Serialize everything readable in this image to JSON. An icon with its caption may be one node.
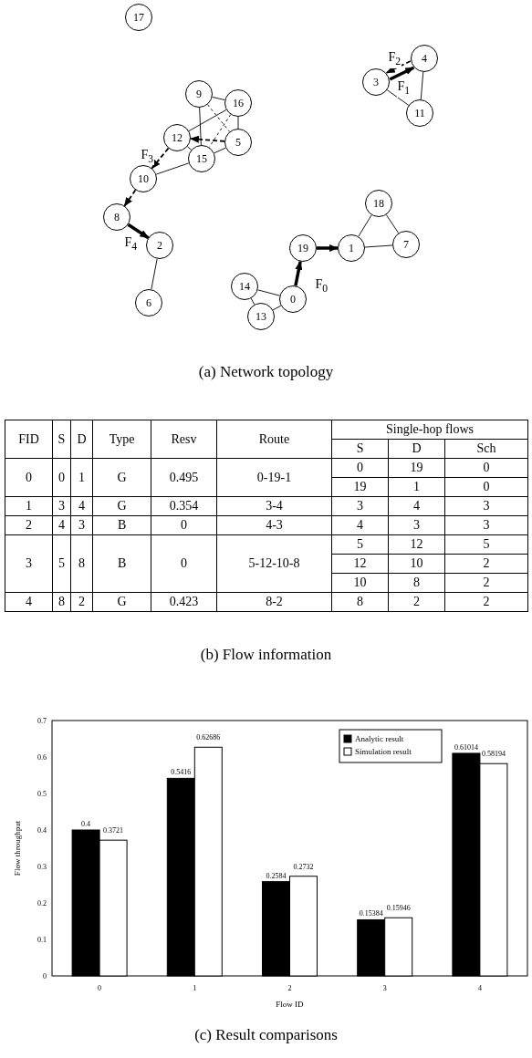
{
  "diagram": {
    "nodes": [
      {
        "text": [
          "17"
        ]
      },
      {
        "text": [
          "4"
        ]
      },
      {
        "text": [
          "3"
        ]
      },
      {
        "text": [
          "9"
        ]
      },
      {
        "text": [
          "16"
        ]
      },
      {
        "text": [
          "11"
        ]
      },
      {
        "text": [
          "12"
        ]
      },
      {
        "text": [
          "5"
        ]
      },
      {
        "text": [
          "15"
        ]
      },
      {
        "text": [
          "10"
        ]
      },
      {
        "text": [
          "18"
        ]
      },
      {
        "text": [
          "8"
        ]
      },
      {
        "text": [
          "2"
        ]
      },
      {
        "text": [
          "19"
        ]
      },
      {
        "text": [
          "1"
        ]
      },
      {
        "text": [
          "7"
        ]
      },
      {
        "text": [
          "14"
        ]
      },
      {
        "text": [
          "0"
        ]
      },
      {
        "text": [
          "6"
        ]
      },
      {
        "text": [
          "13"
        ]
      }
    ],
    "edges": [
      {
        "from": 2,
        "to": 1,
        "arrow": "to",
        "style": "thick",
        "label": "F$_{1}$"
      },
      {
        "from": 1,
        "to": 2,
        "arrow": "to",
        "style": "dashed",
        "label": "F$_{2}$"
      },
      {
        "from": 2,
        "to": 5,
        "arrow": "none"
      },
      {
        "from": 1,
        "to": 5,
        "arrow": "none"
      },
      {
        "from": 3,
        "to": 4,
        "arrow": "none"
      },
      {
        "from": 3,
        "to": 8,
        "arrow": "none"
      },
      {
        "from": 4,
        "to": 6,
        "arrow": "none"
      },
      {
        "from": 4,
        "to": 7,
        "arrow": "none"
      },
      {
        "from": 3,
        "to": 7,
        "arrow": "none",
        "style": "dashed"
      },
      {
        "from": 4,
        "to": 8,
        "arrow": "none",
        "style": "dashed"
      },
      {
        "from": 7,
        "to": 6,
        "arrow": "to",
        "style": "dashed"
      },
      {
        "from": 6,
        "to": 9,
        "arrow": "to",
        "style": "dashed",
        "label": "F$_{3}$"
      },
      {
        "from": 9,
        "to": 11,
        "arrow": "to",
        "style": "dashed"
      },
      {
        "from": 8,
        "to": 9,
        "arrow": "none"
      },
      {
        "from": 7,
        "to": 8,
        "arrow": "none"
      },
      {
        "from": 6,
        "to": 8,
        "arrow": "none"
      },
      {
        "from": 11,
        "to": 12,
        "arrow": "to",
        "style": "thick",
        "label": "F$_{4}$"
      },
      {
        "from": 12,
        "to": 18,
        "arrow": "none"
      },
      {
        "from": 17,
        "to": 13,
        "arrow": "to",
        "style": "thick",
        "label": "F$_{0}$"
      },
      {
        "from": 13,
        "to": 14,
        "arrow": "to",
        "style": "thick"
      },
      {
        "from": 14,
        "to": 10,
        "arrow": "none"
      },
      {
        "from": 14,
        "to": 15,
        "arrow": "none"
      },
      {
        "from": 10,
        "to": 15,
        "arrow": "none"
      },
      {
        "from": 16,
        "to": 17,
        "arrow": "none"
      },
      {
        "from": 16,
        "to": 19,
        "arrow": "none"
      },
      {
        "from": 19,
        "to": 17,
        "arrow": "none"
      }
    ],
    "labels": [
      "(a) Network topology",
      "FID",
      "S",
      "D",
      "Type",
      "Resv",
      "Route",
      "Single-hop flows",
      "S",
      "D",
      "Sch",
      "0",
      "0",
      "1",
      "G",
      "0.495",
      "0-19-1",
      "0",
      "19",
      "0",
      "19",
      "1",
      "0",
      "1",
      "3",
      "4",
      "G",
      "0.354",
      "3-4",
      "3",
      "4",
      "3",
      "2",
      "4",
      "3",
      "B",
      "0",
      "4-3",
      "4",
      "3",
      "3",
      "3",
      "5",
      "8",
      "B",
      "0",
      "5-12-10-8",
      "5",
      "12",
      "5",
      "12",
      "10",
      "2",
      "10",
      "8",
      "2",
      "4",
      "8",
      "2",
      "G",
      "0.423",
      "8-2",
      "8",
      "2",
      "2",
      "(b) Flow information",
      "(c) Result comparisons"
    ],
    "chart_data": {
      "type": "bar",
      "xlabel": "Flow ID",
      "ylabel": "Flow throughput",
      "categories": [
        "0",
        "1",
        "2",
        "3",
        "4"
      ],
      "series": [
        {
          "name": "Analytic result",
          "color": "#000000",
          "values": [
            0.4,
            0.5416,
            0.2584,
            0.15384,
            0.61014
          ]
        },
        {
          "name": "Simulation result",
          "color": "#ffffff",
          "values": [
            0.3721,
            0.62686,
            0.2732,
            0.15946,
            0.58194
          ]
        }
      ],
      "legend": "upper right",
      "ylim": [
        0,
        0.7
      ],
      "yticks": [
        0,
        0.1,
        0.2,
        0.3,
        0.4,
        0.5,
        0.6,
        0.7
      ],
      "data_labels": true
    }
  }
}
